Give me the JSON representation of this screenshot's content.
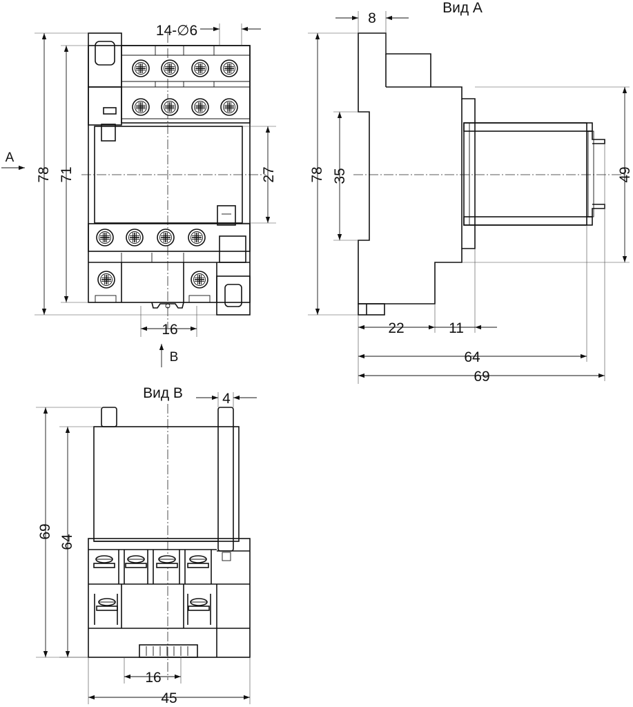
{
  "views": {
    "a_title": "Вид А",
    "b_title": "Вид В"
  },
  "arrows": {
    "a": "A",
    "b": "B"
  },
  "front": {
    "hole": "14-∅6",
    "h_total": "78",
    "h_inner": "71",
    "h_relay": "27",
    "w_pitch": "16"
  },
  "side": {
    "w_top": "8",
    "h_total": "78",
    "h_rail": "35",
    "h_relay": "49",
    "w_base": "22",
    "w_step": "11",
    "w_64": "64",
    "w_69": "69"
  },
  "bottom": {
    "w_top": "4",
    "h_total": "69",
    "h_inner": "64",
    "w_pitch": "16",
    "w_total": "45"
  }
}
